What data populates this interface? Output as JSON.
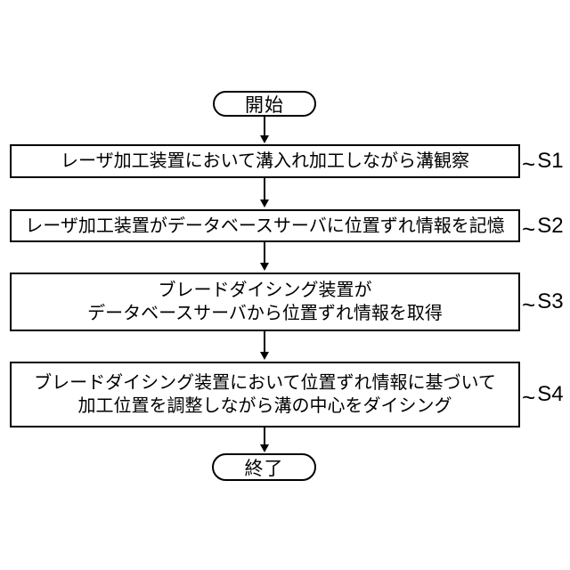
{
  "figure": {
    "type": "flowchart",
    "background_color": "#ffffff",
    "line_color": "#000000"
  },
  "flowchart": {
    "start_label": "開始",
    "end_label": "終了",
    "steps": [
      {
        "ref": "S1",
        "connector": "~",
        "lines": [
          "レーザ加工装置において溝入れ加工しながら溝観察"
        ]
      },
      {
        "ref": "S2",
        "connector": "~",
        "lines": [
          "レーザ加工装置がデータベースサーバに位置ずれ情報を記憶"
        ]
      },
      {
        "ref": "S3",
        "connector": "~",
        "lines": [
          "ブレードダイシング装置が",
          "データベースサーバから位置ずれ情報を取得"
        ]
      },
      {
        "ref": "S4",
        "connector": "~",
        "lines": [
          "ブレードダイシング装置において位置ずれ情報に基づいて",
          "加工位置を調整しながら溝の中心をダイシング"
        ]
      }
    ]
  }
}
